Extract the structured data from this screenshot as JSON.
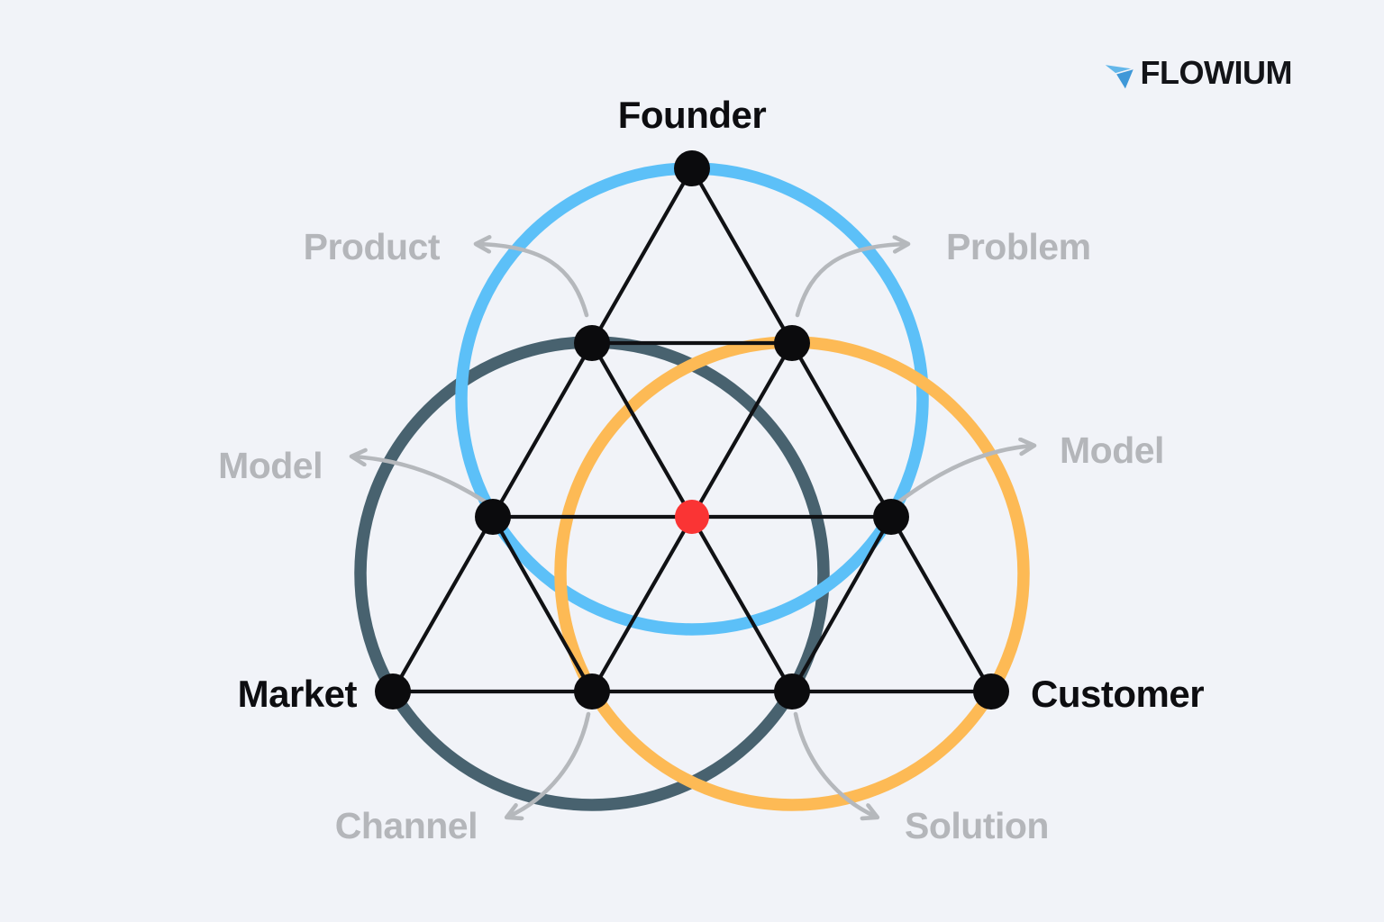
{
  "logo": {
    "text": "FLOWIUM"
  },
  "colors": {
    "background": "#f1f3f8",
    "founder_circle": "#5cc0f8",
    "market_circle": "#48626f",
    "customer_circle": "#fdba55",
    "line": "#101114",
    "node": "#0b0b0d",
    "center_node": "#fa3434",
    "arrow": "#b5b8bc",
    "vertex_label": "#0d0d10",
    "edge_label": "#b4b6ba",
    "logo_text": "#131418",
    "logo_blue_1": "#63b7ea",
    "logo_blue_2": "#3f98d8"
  },
  "diagram": {
    "vertex_labels": {
      "founder": "Founder",
      "market": "Market",
      "customer": "Customer"
    },
    "edge_labels": {
      "product": "Product",
      "problem": "Problem",
      "model_left": "Model",
      "model_right": "Model",
      "channel": "Channel",
      "solution": "Solution"
    }
  }
}
